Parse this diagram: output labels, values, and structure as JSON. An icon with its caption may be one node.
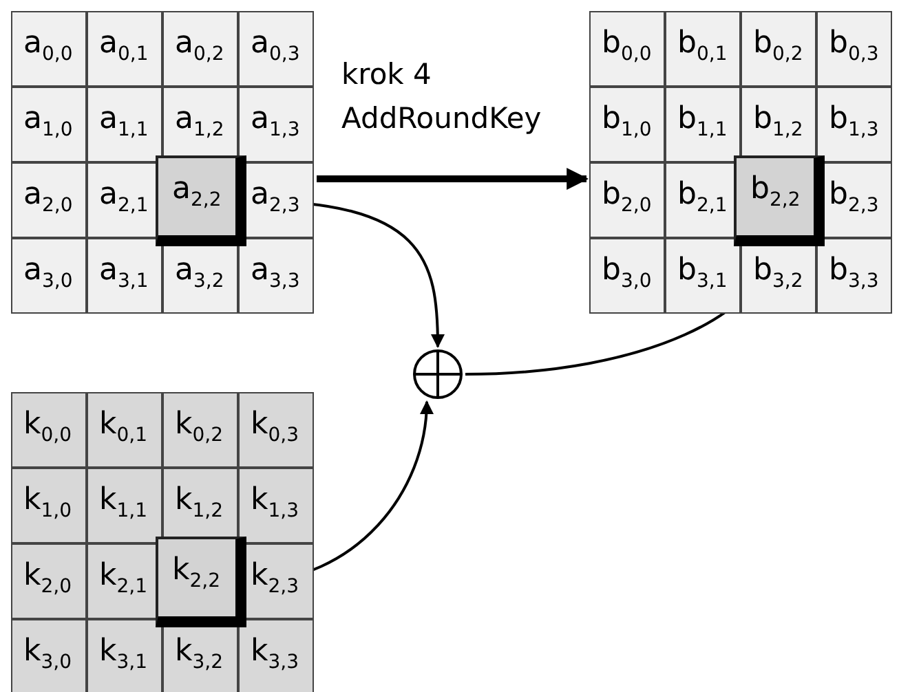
{
  "diagram": {
    "nodes": [
      {
        "text": [
          "a$_{0,0}$",
          "a$_{0,1}$",
          "a$_{0,2}$",
          "a$_{0,3}$",
          "a$_{1,0}$",
          "a$_{1,1}$",
          "a$_{1,2}$",
          "a$_{1,3}$",
          "a$_{2,0}$",
          "a$_{2,1}$",
          "a$_{2,3}$",
          "a$_{3,0}$",
          "a$_{3,1}$",
          "a$_{3,2}$",
          "a$_{3,3}$"
        ]
      },
      {
        "text": [
          "a$_{2,2}$"
        ],
        "in": 0
      },
      {
        "text": [
          "b$_{0,0}$",
          "b$_{0,1}$",
          "b$_{0,2}$",
          "b$_{0,3}$",
          "b$_{1,0}$",
          "b$_{1,1}$",
          "b$_{1,2}$",
          "b$_{1,3}$",
          "b$_{2,0}$",
          "b$_{2,1}$",
          "b$_{2,3}$",
          "b$_{3,0}$",
          "b$_{3,1}$",
          "b$_{3,2}$",
          "b$_{3,3}$"
        ]
      },
      {
        "text": [
          "b$_{2,2}$"
        ],
        "in": 2
      },
      {
        "text": [
          "k$_{0,0}$",
          "k$_{0,1}$",
          "k$_{0,2}$",
          "k$_{0,3}$",
          "k$_{1,0}$",
          "k$_{1,1}$",
          "k$_{1,2}$",
          "k$_{1,3}$",
          "k$_{2,0}$",
          "k$_{2,1}$",
          "k$_{2,3}$",
          "k$_{3,0}$",
          "k$_{3,1}$",
          "k$_{3,2}$",
          "k$_{3,3}$"
        ]
      },
      {
        "text": [
          "k$_{2,2}$"
        ],
        "in": 4
      },
      {
        "text": [],
        "shape": "circle"
      }
    ],
    "edges": [
      {
        "from": 0,
        "to": 2,
        "arrow": "to",
        "label": "krok 4 AddRoundKey",
        "style": "thick"
      },
      {
        "from": 1,
        "to": 6,
        "arrow": "to"
      },
      {
        "from": 5,
        "to": 6,
        "arrow": "to"
      },
      {
        "from": 6,
        "to": 3,
        "arrow": "to"
      }
    ]
  }
}
